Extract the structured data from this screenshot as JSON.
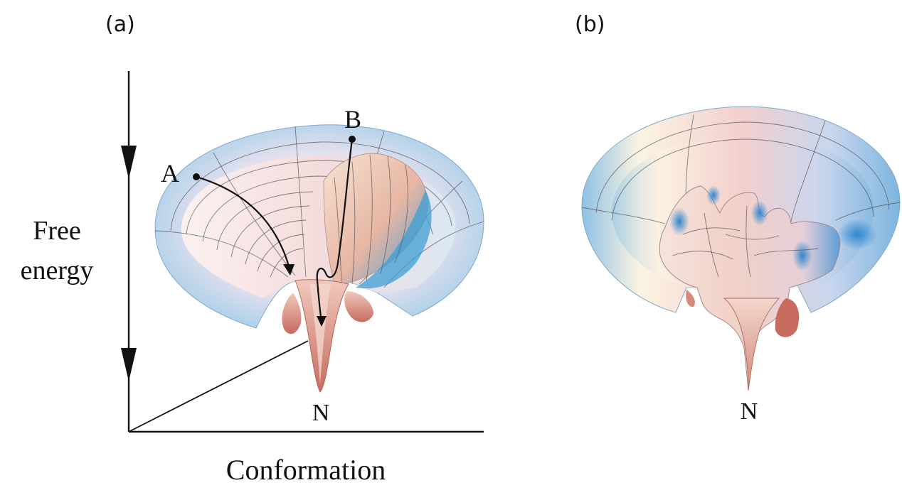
{
  "panels": [
    {
      "label": "(a)",
      "y_axis_label_line1": "Free",
      "y_axis_label_line2": "energy",
      "x_axis_label": "Conformation",
      "points": {
        "start_a": "A",
        "start_b": "B",
        "native": "N"
      }
    },
    {
      "label": "(b)",
      "points": {
        "native": "N"
      }
    }
  ],
  "colors": {
    "rim_blue": "#a9cfea",
    "deep_blue": "#3d9fd6",
    "funnel_pink": "#f3d0c6",
    "tip_red": "#c76b5f",
    "cream": "#fbf4e2",
    "line": "#111111"
  }
}
